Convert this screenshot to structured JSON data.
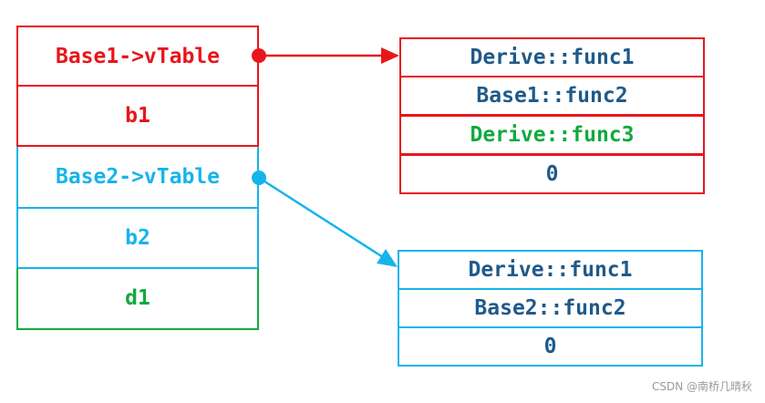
{
  "object_layout": {
    "base1_vptr": "Base1->vTable",
    "b1": "b1",
    "base2_vptr": "Base2->vTable",
    "b2": "b2",
    "d1": "d1"
  },
  "vtable_base1": [
    "Derive::func1",
    "Base1::func2",
    "Derive::func3",
    "0"
  ],
  "vtable_base2": [
    "Derive::func1",
    "Base2::func2",
    "0"
  ],
  "colors": {
    "base1": "#e8161b",
    "base2": "#16b4ea",
    "derive": "#12a93f",
    "entry_text": "#1f5a8a"
  },
  "watermark": "CSDN @南桥几晴秋"
}
